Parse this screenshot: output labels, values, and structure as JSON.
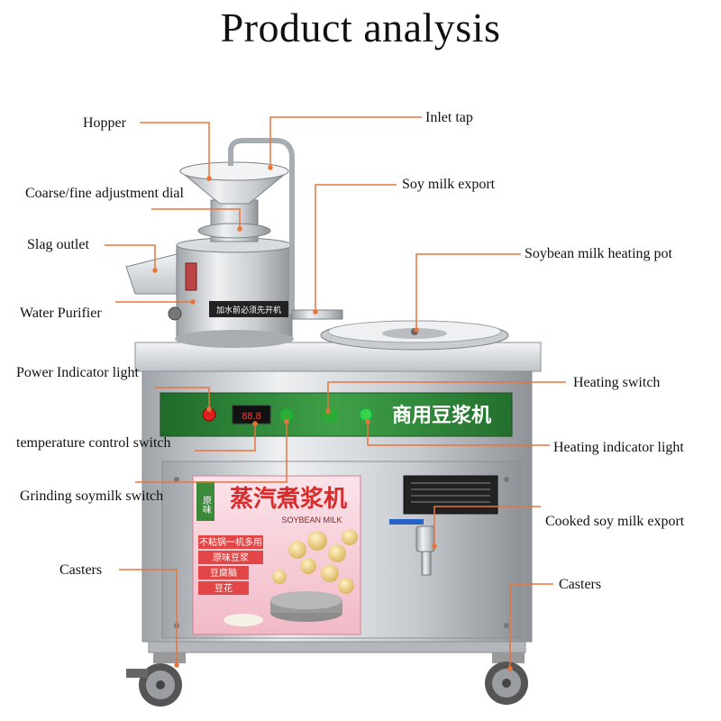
{
  "title": "Product analysis",
  "colors": {
    "leader_line": "#e8743b",
    "steel_light": "#e4e6e8",
    "steel_mid": "#b9bdc1",
    "panel_green": "#2f8a3a",
    "poster_pink": "#f4c9d3",
    "indicator_red": "#e02020"
  },
  "labels": {
    "hopper": "Hopper",
    "inlet_tap": "Inlet tap",
    "adjust_dial": "Coarse/fine adjustment dial",
    "soy_milk_export": "Soy milk export",
    "slag_outlet": "Slag outlet",
    "heating_pot": "Soybean milk heating pot",
    "water_purifier": "Water Purifier",
    "power_light": "Power Indicator light",
    "heating_switch": "Heating switch",
    "temp_switch": "temperature control switch",
    "heating_light": "Heating indicator light",
    "grinding_switch": "Grinding soymilk switch",
    "cooked_export": "Cooked soy milk export",
    "casters_left": "Casters",
    "casters_right": "Casters"
  },
  "machine": {
    "panel_text": "商用豆浆机",
    "grinder_plate": "加水前必须先开机",
    "poster_heading": "蒸汽煮浆机",
    "poster_side": "原味",
    "poster_english": "SOYBEAN MILK",
    "poster_lines": [
      "不粘锅一机多用",
      "原味豆浆",
      "豆腐脑",
      "豆花"
    ],
    "display_readout": "88.8"
  }
}
